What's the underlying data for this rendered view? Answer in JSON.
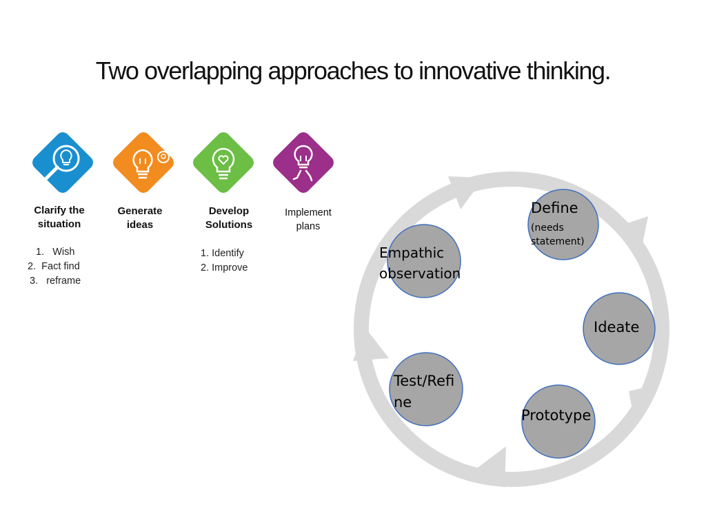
{
  "slide": {
    "title": "Two overlapping approaches to innovative thinking."
  },
  "process": {
    "steps": [
      {
        "label_line1": "Clarify the",
        "label_line2": "situation",
        "icon": "magnifier-lightbulb-icon",
        "color": "#1a8fcf",
        "items": [
          "Wish",
          "Fact find",
          "reframe"
        ]
      },
      {
        "label_line1": "Generate",
        "label_line2": "ideas",
        "icon": "lightbulb-thought-icon",
        "color": "#f28c1f",
        "items": []
      },
      {
        "label_line1": "Develop",
        "label_line2": "Solutions",
        "icon": "lightbulb-heart-icon",
        "color": "#6cbe45",
        "items": [
          "1. Identify",
          "2. Improve"
        ]
      },
      {
        "label_line1": "Implement",
        "label_line2": "plans",
        "icon": "walking-lightbulb-icon",
        "color": "#9b2f8a",
        "items": []
      }
    ],
    "list_markers": [
      "1.",
      "2.",
      "3."
    ]
  },
  "cycle": {
    "ring_color": "#d9d9d9",
    "node_color": "#a6a6a6",
    "node_border": "#3f6fbf",
    "nodes": {
      "define": {
        "label": "Define",
        "sublabel_line1": "(needs",
        "sublabel_line2": "statement)"
      },
      "empathic": {
        "label_line1": "Empathic",
        "label_line2": "observation"
      },
      "ideate": {
        "label": "Ideate"
      },
      "prototype": {
        "label": "Prototype"
      },
      "test": {
        "label_line1": "Test/Refi",
        "label_line2": "ne"
      }
    }
  }
}
